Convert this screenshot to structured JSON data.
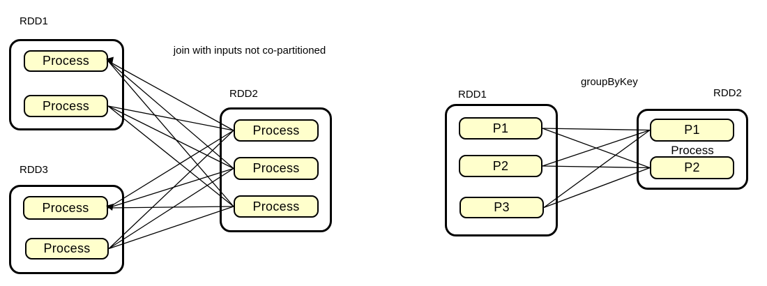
{
  "colors": {
    "background": "#ffffff",
    "partition_fill": "#ffffcc",
    "border": "#000000",
    "line_stroke": "#000000"
  },
  "left_diagram": {
    "title": "join with inputs not co-partitioned",
    "rdd1": {
      "label": "RDD1",
      "partitions": [
        "Process",
        "Process"
      ]
    },
    "rdd3": {
      "label": "RDD3",
      "partitions": [
        "Process",
        "Process"
      ]
    },
    "rdd2": {
      "label": "RDD2",
      "partitions": [
        "Process",
        "Process",
        "Process"
      ]
    },
    "edges": [
      [
        "L1.0",
        "L2.0"
      ],
      [
        "L1.0",
        "L2.1"
      ],
      [
        "L1.0",
        "L2.2"
      ],
      [
        "L1.1",
        "L2.0"
      ],
      [
        "L1.1",
        "L2.1"
      ],
      [
        "L1.1",
        "L2.2"
      ],
      [
        "L3.0",
        "L2.0"
      ],
      [
        "L3.0",
        "L2.1"
      ],
      [
        "L3.0",
        "L2.2"
      ],
      [
        "L3.1",
        "L2.0"
      ],
      [
        "L3.1",
        "L2.1"
      ],
      [
        "L3.1",
        "L2.2"
      ]
    ],
    "arrow_sources": [
      "L1.0",
      "L3.0"
    ]
  },
  "right_diagram": {
    "title": "groupByKey",
    "rdd1": {
      "label": "RDD1",
      "partitions": [
        "P1",
        "P2",
        "P3"
      ]
    },
    "rdd2": {
      "label": "RDD2",
      "partitions": [
        "P1",
        "P2"
      ],
      "note": "Process"
    },
    "edges": [
      [
        "R1.0",
        "R2.0"
      ],
      [
        "R1.0",
        "R2.1"
      ],
      [
        "R1.1",
        "R2.0"
      ],
      [
        "R1.1",
        "R2.1"
      ],
      [
        "R1.2",
        "R2.0"
      ],
      [
        "R1.2",
        "R2.1"
      ]
    ],
    "arrow_sources": []
  }
}
